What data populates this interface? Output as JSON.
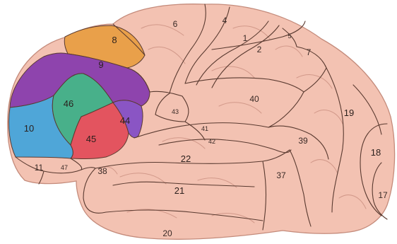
{
  "figure": {
    "areas": [
      {
        "label": "4"
      },
      {
        "label": "6"
      },
      {
        "label": "1"
      },
      {
        "label": "5"
      },
      {
        "label": "2"
      },
      {
        "label": "7"
      },
      {
        "label": "8"
      },
      {
        "label": "9"
      },
      {
        "label": "46"
      },
      {
        "label": "10"
      },
      {
        "label": "45"
      },
      {
        "label": "44"
      },
      {
        "label": "43"
      },
      {
        "label": "40"
      },
      {
        "label": "19"
      },
      {
        "label": "39"
      },
      {
        "label": "41"
      },
      {
        "label": "42"
      },
      {
        "label": "22"
      },
      {
        "label": "18"
      },
      {
        "label": "17"
      },
      {
        "label": "37"
      },
      {
        "label": "38"
      },
      {
        "label": "21"
      },
      {
        "label": "20"
      },
      {
        "label": "11"
      },
      {
        "label": "47"
      }
    ],
    "colors": {
      "brain": "#f3c2b2",
      "brain_shadow": "#e3a897",
      "area_8": "#e9a04a",
      "area_9": "#8e44ad",
      "area_46": "#48b08a",
      "area_10": "#4fa6d8",
      "area_45": "#e3545f",
      "area_44": "#8a55c4",
      "outline": "#5a3a30"
    }
  }
}
